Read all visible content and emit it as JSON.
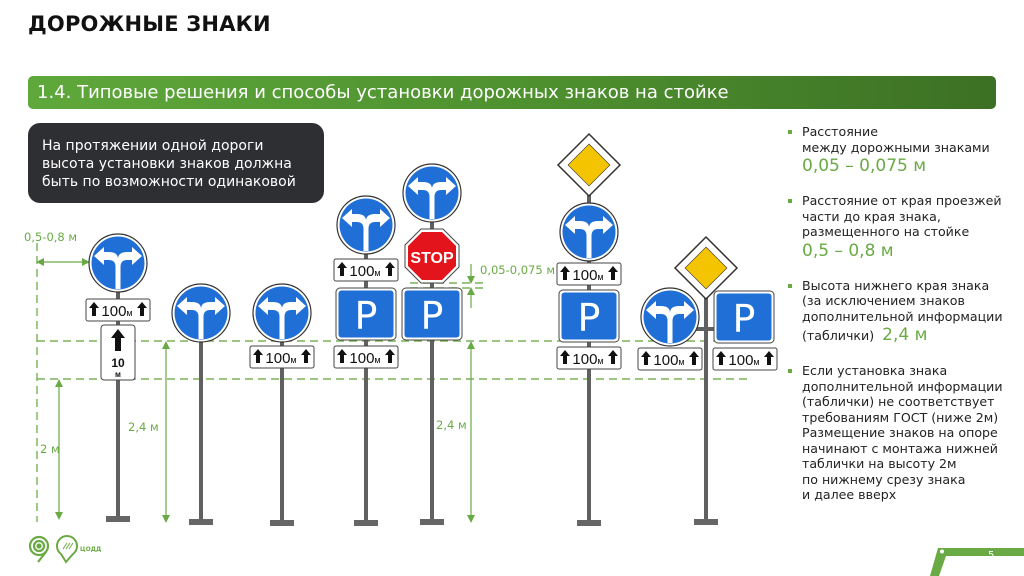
{
  "header": {
    "title": "ДОРОЖНЫЕ ЗНАКИ",
    "section": "1.4. Типовые решения и способы установки дорожных знаков на стойке"
  },
  "note": {
    "lines": [
      "На протяжении одной дороги",
      "высота установки знаков должна",
      "быть по возможности одинаковой"
    ]
  },
  "bullets": [
    {
      "lines": [
        "Расстояние",
        "между дорожными знаками"
      ],
      "value": "0,05 – 0,075 м"
    },
    {
      "lines": [
        "Расстояние от края проезжей",
        "части до края знака,",
        "размещенного на стойке"
      ],
      "value": "0,5 – 0,8 м"
    },
    {
      "lines": [
        "Высота нижнего края знака",
        "(за исключением знаков",
        "дополнительной информации"
      ],
      "last_line": "(таблички)",
      "inline_value": "2,4 м"
    },
    {
      "lines": [
        "Если установка знака",
        "дополнительной информации",
        "(таблички) не соответствует",
        "требованиям ГОСТ (ниже 2м)",
        "Размещение знаков на опоре",
        "начинают с монтажа нижней",
        "таблички на высоту 2м",
        "по нижнему срезу знака",
        "и далее вверх"
      ]
    }
  ],
  "dimensions": {
    "edge_offset": "0,5-0,8 м",
    "gap": "0,05-0,075 м",
    "height_2_4_left": "2,4 м",
    "height_2_4_right": "2,4 м",
    "height_2": "2 м"
  },
  "signs": {
    "plate_distance": "100",
    "plate_unit": "м",
    "plate_vertical_value": "10",
    "plate_vertical_unit": "м",
    "stop_text": "STOP",
    "parking_letter": "P"
  },
  "footer": {
    "org": "ЦОДД",
    "page": "5"
  },
  "colors": {
    "accent_green": "#6aaa45",
    "sign_blue": "#1f6fd6",
    "stop_red": "#e3141b",
    "priority_yellow": "#f5c400",
    "note_bg": "#2e2f33"
  }
}
